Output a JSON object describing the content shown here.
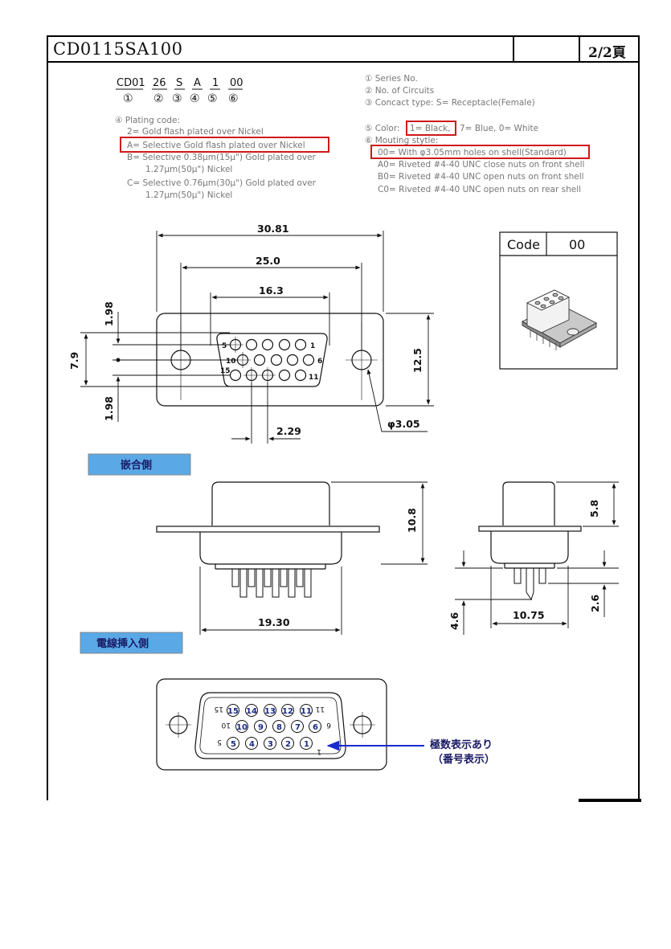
{
  "header": {
    "doc_number": "CD0115SA100",
    "page": "2/2頁"
  },
  "part_code": {
    "segments": [
      "CD01",
      "26",
      "S",
      "A",
      "1",
      "00"
    ],
    "indices": [
      "①",
      "②",
      "③",
      "④",
      "⑤",
      "⑥"
    ]
  },
  "legend_right": [
    "① Series No.",
    "② No. of Circuits",
    "③ Concact type: S= Receptacle(Female)"
  ],
  "plating": {
    "title": "④ Plating code:",
    "lines": [
      "2= Gold flash plated over Nickel",
      "A= Selective Gold flash plated over Nickel",
      "B= Selective 0.38μm(15μ\") Gold plated over",
      "1.27μm(50μ\") Nickel",
      "C= Selective 0.76μm(30μ\") Gold plated over",
      "1.27μm(50μ\") Nickel"
    ]
  },
  "color": {
    "prefix": "⑤ Color:",
    "selected": "1= Black,",
    "rest": "7= Blue, 0= White"
  },
  "mounting": {
    "title": "⑥ Mouting stytle:",
    "lines": [
      "00= With φ3.05mm holes on shell(Standard)",
      "A0= Riveted #4-40 UNC close nuts on front shell",
      "B0= Riveted #4-40 UNC open nuts on front shell",
      "C0= Riveted #4-40 UNC open nuts on rear shell"
    ]
  },
  "code_box": {
    "label": "Code",
    "value": "00"
  },
  "dims": {
    "d30_81": "30.81",
    "d25_0": "25.0",
    "d16_3": "16.3",
    "d1_98_top": "1.98",
    "d7_9": "7.9",
    "d1_98_bot": "1.98",
    "d12_5": "12.5",
    "d2_29": "2.29",
    "phi3_05": "φ3.05",
    "d10_8": "10.8",
    "d19_30": "19.30",
    "d5_8": "5.8",
    "d4_6": "4.6",
    "d10_75": "10.75",
    "d2_6": "2.6"
  },
  "pin_labels_front": {
    "p5": "5",
    "p1": "1",
    "p10": "10",
    "p6": "6",
    "p15": "15",
    "p11": "11"
  },
  "sections": {
    "mating_side": "嵌合側",
    "wire_side": "電線挿入側"
  },
  "rear_pins": {
    "row1": [
      "15",
      "14",
      "13",
      "12",
      "11"
    ],
    "row2": [
      "10",
      "9",
      "8",
      "7",
      "6"
    ],
    "row3": [
      "5",
      "4",
      "3",
      "2",
      "1"
    ],
    "side_left": [
      "15",
      "10",
      "5"
    ],
    "side_right": [
      "11",
      "6",
      "1"
    ]
  },
  "annotation": {
    "line1": "極数表示あり",
    "line2": "（番号表示）"
  },
  "colors": {
    "highlight": "#d01818",
    "arrow": "#1a2acc",
    "label_bg": "#5aa9e6"
  }
}
